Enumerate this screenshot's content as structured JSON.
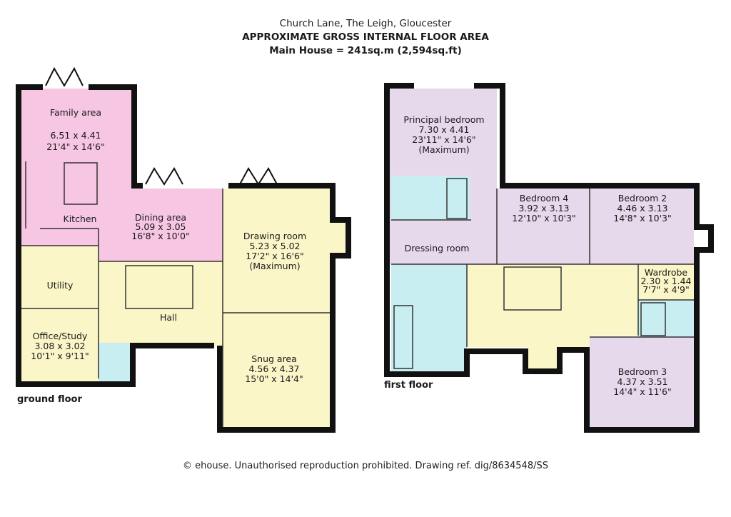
{
  "header": {
    "line1": "Church Lane, The Leigh, Gloucester",
    "line2": "APPROXIMATE GROSS INTERNAL FLOOR AREA",
    "line3": "Main House = 241sq.m (2,594sq.ft)"
  },
  "floors": {
    "ground": "ground floor",
    "first": "first floor"
  },
  "rooms": {
    "family": [
      "Family area",
      "",
      "6.51 x 4.41",
      "21'4\" x 14'6\""
    ],
    "kitchen": [
      "Kitchen"
    ],
    "dining": [
      "Dining area",
      "5.09 x 3.05",
      "16'8\" x 10'0\""
    ],
    "drawing": [
      "Drawing room",
      "5.23 x 5.02",
      "17'2\" x 16'6\"",
      "(Maximum)"
    ],
    "utility": [
      "Utility"
    ],
    "hall": [
      "Hall"
    ],
    "office": [
      "Office/Study",
      "3.08 x 3.02",
      "10'1\" x 9'11\""
    ],
    "snug": [
      "Snug area",
      "4.56 x 4.37",
      "15'0\" x 14'4\""
    ],
    "principal": [
      "Principal bedroom",
      "7.30 x 4.41",
      "23'11\" x 14'6\"",
      "(Maximum)"
    ],
    "dressing": [
      "Dressing room"
    ],
    "bed4": [
      "Bedroom 4",
      "3.92 x 3.13",
      "12'10\" x 10'3\""
    ],
    "bed2": [
      "Bedroom 2",
      "4.46 x 3.13",
      "14'8\" x 10'3\""
    ],
    "wardrobe": [
      "Wardrobe",
      "2.30 x 1.44",
      "7'7\" x 4'9\""
    ],
    "bed3": [
      "Bedroom 3",
      "4.37 x 3.51",
      "14'4\" x 11'6\""
    ]
  },
  "colors": {
    "pink": "#f7c6e2",
    "cream": "#faf6c8",
    "blue": "#c9eef2",
    "lilac": "#e6d9ec",
    "wall": "#111111"
  },
  "footer": "© ehouse. Unauthorised reproduction prohibited. Drawing ref. dig/8634548/SS"
}
